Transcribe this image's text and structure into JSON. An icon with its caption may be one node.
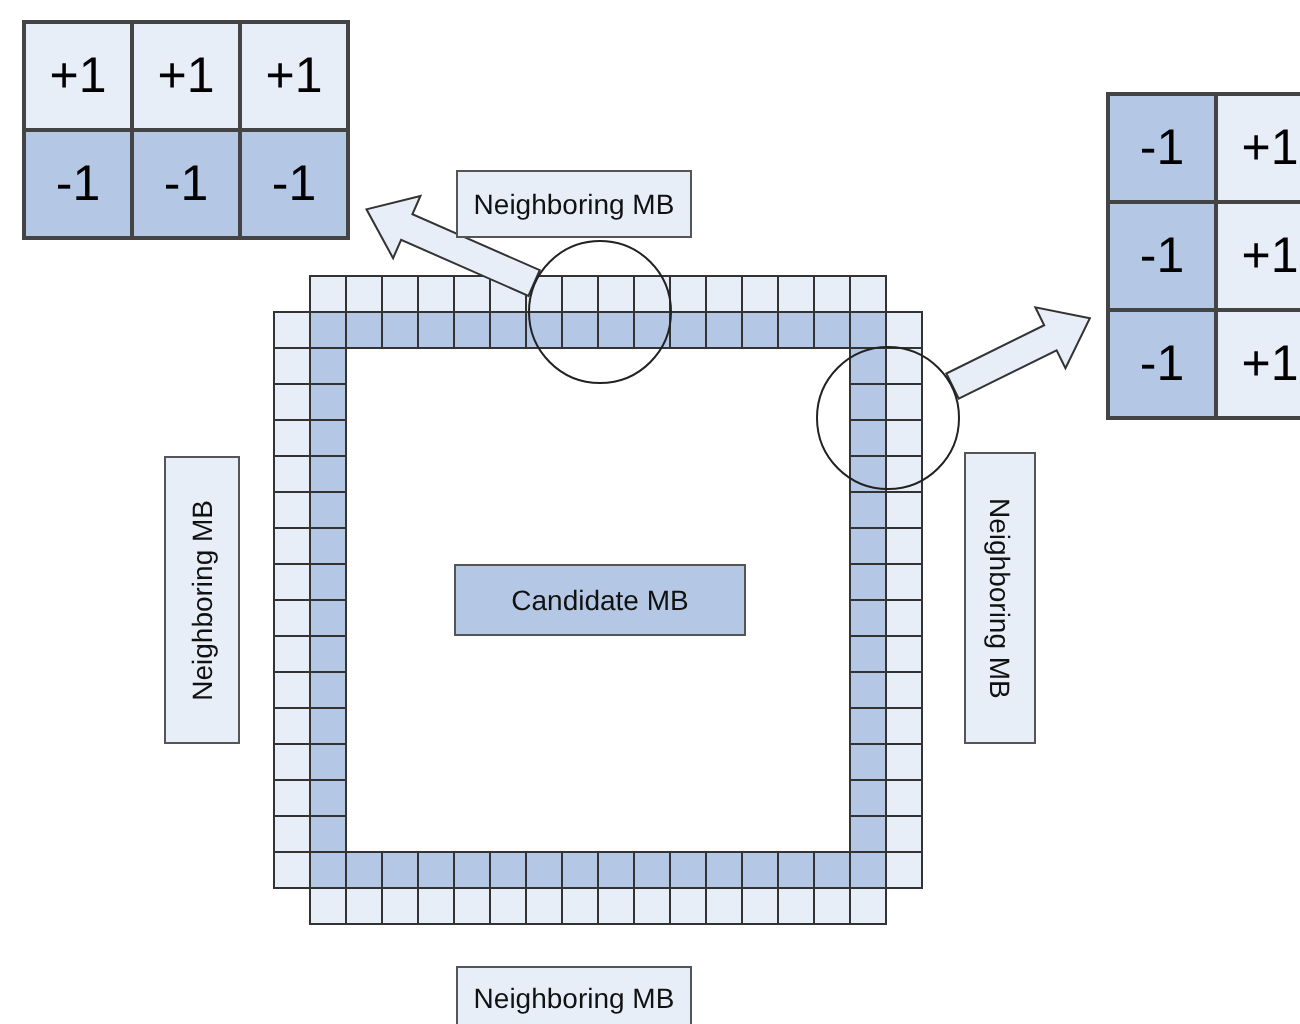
{
  "diagram": {
    "nodes": [
      {
        "text": [
          "+1",
          "+1",
          "+1",
          "-1",
          "-1",
          "-1"
        ]
      },
      {
        "text": [
          "Neighboring MB"
        ]
      },
      {
        "text": [],
        "shape": "circle"
      },
      {
        "text": [
          "-1",
          "+1",
          "-1",
          "+1",
          "-1",
          "+1"
        ]
      },
      {
        "text": [],
        "shape": "circle"
      },
      {
        "text": [
          "Neighboring MB"
        ]
      },
      {
        "text": [
          "Candidate MB"
        ]
      },
      {
        "text": [
          "Neighboring MB"
        ]
      },
      {
        "text": [
          "Neighboring MB"
        ]
      }
    ],
    "edges": [
      {
        "from": 2,
        "to": 0,
        "arrow": "to"
      },
      {
        "from": 4,
        "to": 3,
        "arrow": "to"
      }
    ]
  }
}
